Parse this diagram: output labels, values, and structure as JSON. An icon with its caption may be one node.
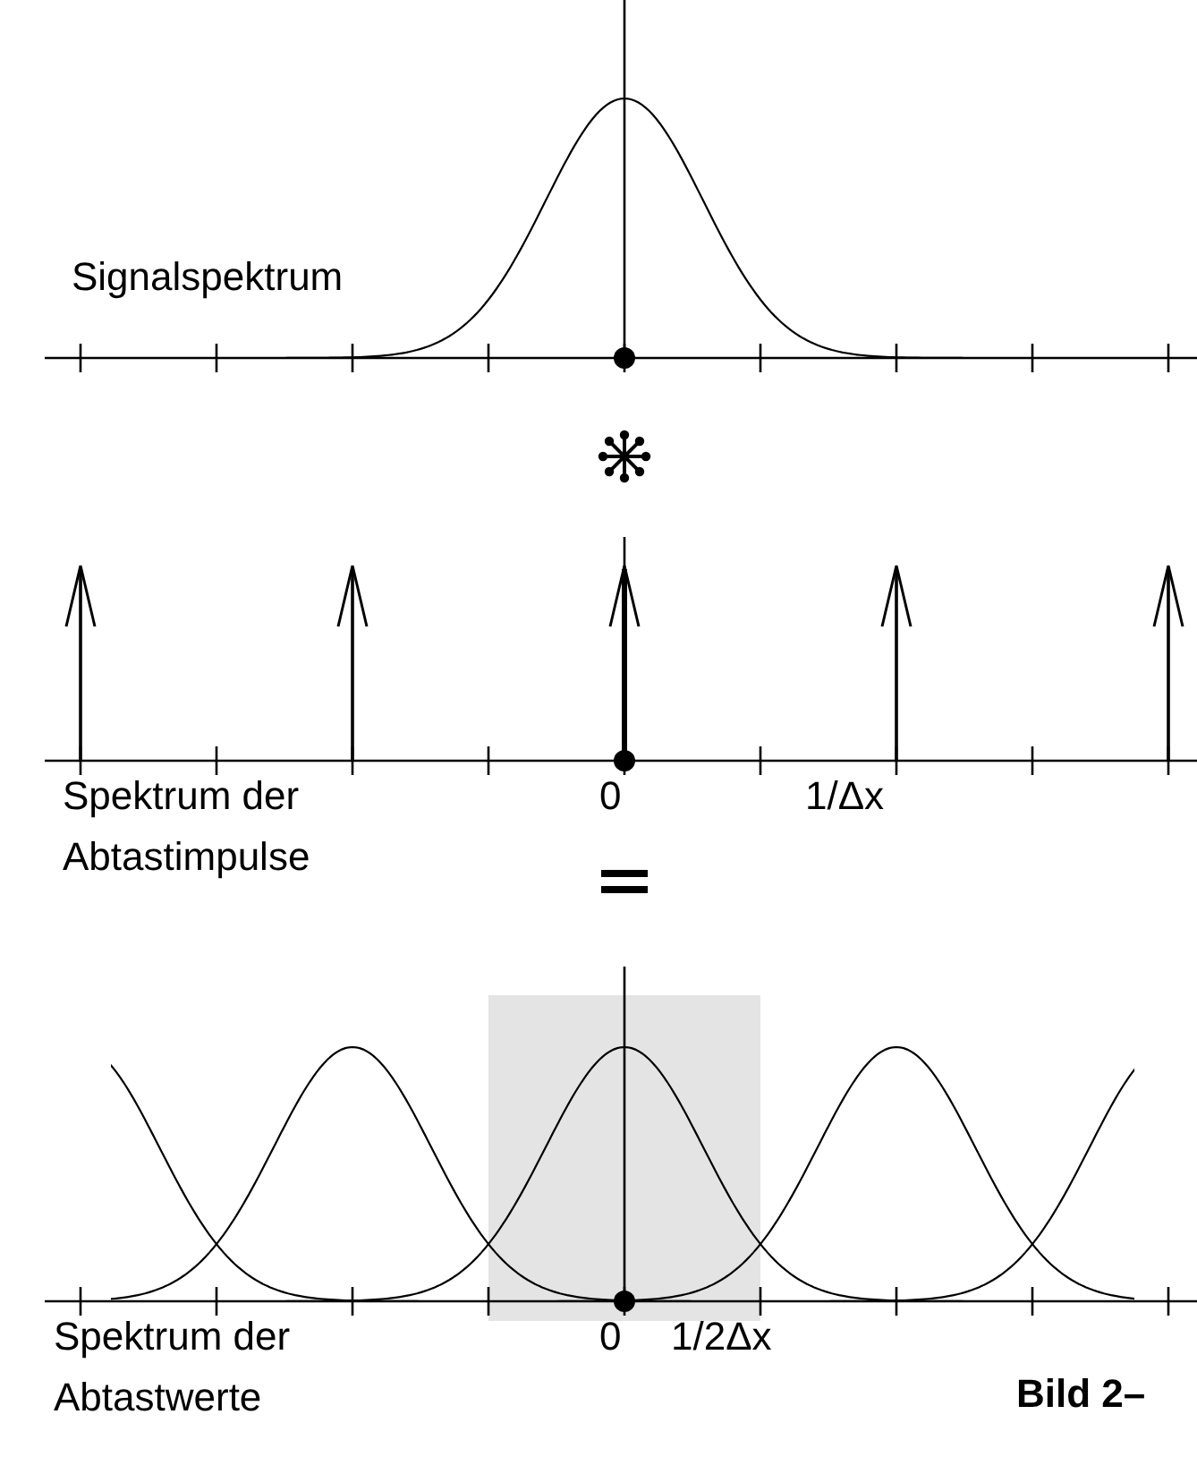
{
  "diagram": {
    "caption": "Bild 2–",
    "labels": [
      "Signalspektrum",
      "Spektrum der Abtastimpulse",
      "0",
      "1/Δx",
      "Spektrum der Abtastwerte",
      "0",
      "1/2Δx"
    ]
  }
}
